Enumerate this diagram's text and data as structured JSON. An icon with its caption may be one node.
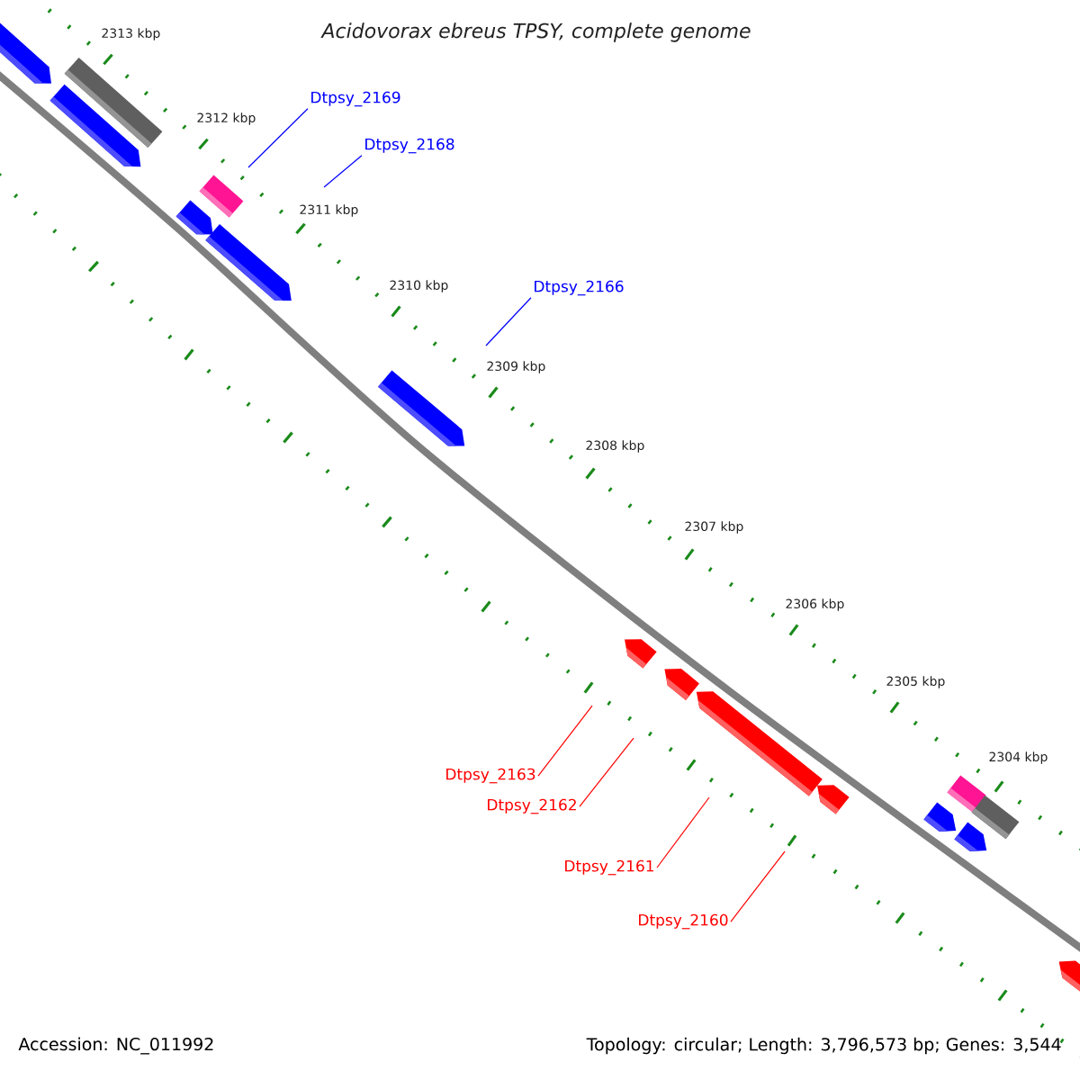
{
  "diagram": {
    "title": "Acidovorax ebreus TPSY, complete genome",
    "nodes": [
      {
        "text": [
          "Dtpsy_2169"
        ]
      },
      {
        "text": [
          "Dtpsy_2168"
        ]
      },
      {
        "text": [
          "Dtpsy_2166"
        ]
      },
      {
        "text": [
          "Dtpsy_2163"
        ]
      },
      {
        "text": [
          "Dtpsy_2162"
        ]
      },
      {
        "text": [
          "Dtpsy_2161"
        ]
      },
      {
        "text": [
          "Dtpsy_2160"
        ]
      }
    ],
    "edges": [
      {
        "from": 0,
        "to": null,
        "arrow": "none",
        "color": "#0000ff"
      },
      {
        "from": 1,
        "to": null,
        "arrow": "none",
        "color": "#0000ff"
      },
      {
        "from": 2,
        "to": null,
        "arrow": "none",
        "color": "#0000ff"
      },
      {
        "from": 3,
        "to": null,
        "arrow": "none"
      },
      {
        "from": 4,
        "to": null,
        "arrow": "none"
      },
      {
        "from": 5,
        "to": null,
        "arrow": "none"
      },
      {
        "from": 6,
        "to": null,
        "arrow": "none"
      }
    ],
    "labels": [
      "2313 kbp",
      "2312 kbp",
      "2311 kbp",
      "2310 kbp",
      "2309 kbp",
      "2308 kbp",
      "2307 kbp",
      "2306 kbp",
      "2305 kbp",
      "2304 kbp",
      "Accession: NC_011992",
      "Topology: circular; Length: 3,796,573 bp; Genes: 3,544"
    ]
  }
}
